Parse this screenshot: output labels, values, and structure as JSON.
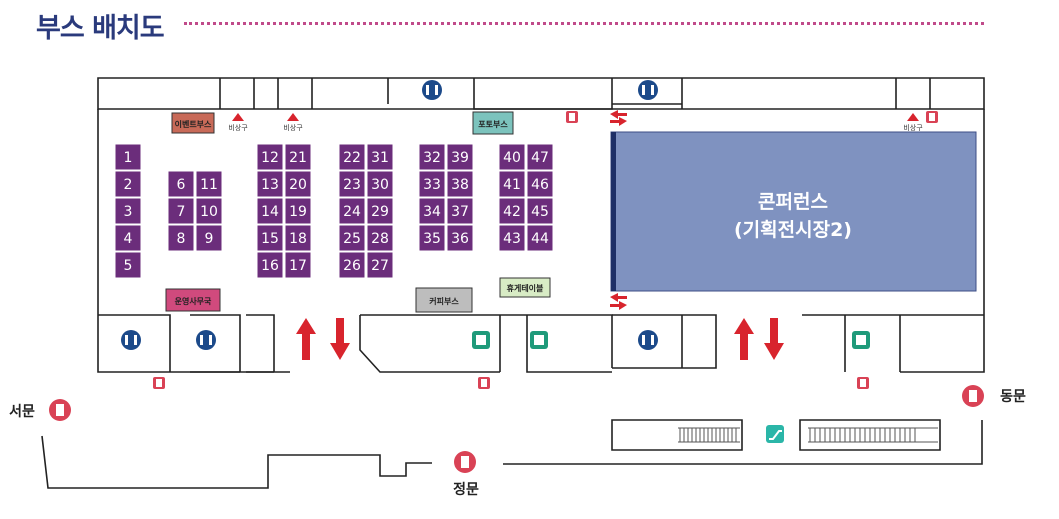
{
  "title": "부스 배치도",
  "colors": {
    "booth": "#6b2d7b",
    "conference": "#7f92c0",
    "event_booth": "#c86a58",
    "photo_booth": "#7cc3bd",
    "office": "#d04a7d",
    "coffee": "#bdbdbd",
    "rest": "#d8ecc5",
    "arrow_red": "#d8242d",
    "door": "#d94255",
    "restroom": "#1c4a8a",
    "elevator": "#1f9a7a"
  },
  "labels": {
    "event_booth": "이벤트부스",
    "photo_booth": "포토부스",
    "office": "운영사무국",
    "coffee": "커피부스",
    "rest": "휴게테이블",
    "conference_line1": "콘퍼런스",
    "conference_line2": "(기획전시장2)",
    "emergency": "비상구",
    "west_gate": "서문",
    "east_gate": "동문",
    "main_gate": "정문"
  },
  "booths": [
    {
      "n": "1"
    },
    {
      "n": "2"
    },
    {
      "n": "3"
    },
    {
      "n": "4"
    },
    {
      "n": "5"
    },
    {
      "n": "6"
    },
    {
      "n": "11"
    },
    {
      "n": "7"
    },
    {
      "n": "10"
    },
    {
      "n": "8"
    },
    {
      "n": "9"
    },
    {
      "n": "12"
    },
    {
      "n": "21"
    },
    {
      "n": "13"
    },
    {
      "n": "20"
    },
    {
      "n": "14"
    },
    {
      "n": "19"
    },
    {
      "n": "15"
    },
    {
      "n": "18"
    },
    {
      "n": "16"
    },
    {
      "n": "17"
    },
    {
      "n": "22"
    },
    {
      "n": "31"
    },
    {
      "n": "23"
    },
    {
      "n": "30"
    },
    {
      "n": "24"
    },
    {
      "n": "29"
    },
    {
      "n": "25"
    },
    {
      "n": "28"
    },
    {
      "n": "26"
    },
    {
      "n": "27"
    },
    {
      "n": "32"
    },
    {
      "n": "39"
    },
    {
      "n": "33"
    },
    {
      "n": "38"
    },
    {
      "n": "34"
    },
    {
      "n": "37"
    },
    {
      "n": "35"
    },
    {
      "n": "36"
    },
    {
      "n": "40"
    },
    {
      "n": "47"
    },
    {
      "n": "41"
    },
    {
      "n": "46"
    },
    {
      "n": "42"
    },
    {
      "n": "45"
    },
    {
      "n": "43"
    },
    {
      "n": "44"
    }
  ]
}
